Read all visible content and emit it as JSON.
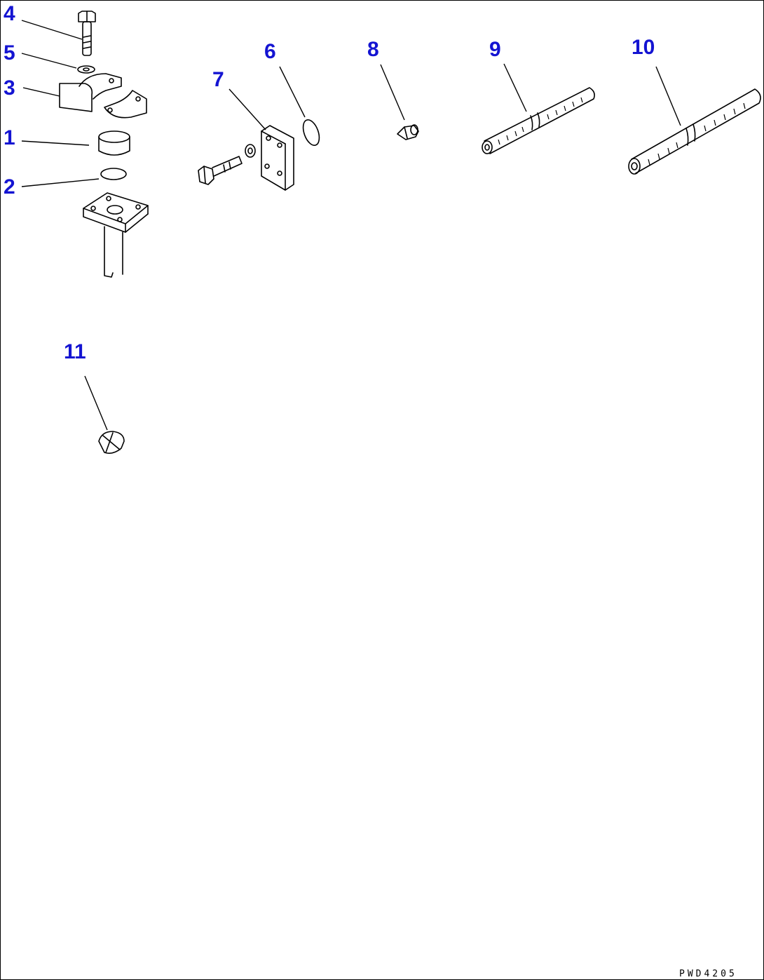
{
  "diagram": {
    "drawing_code": "PWD4205",
    "callouts": [
      "1",
      "2",
      "3",
      "4",
      "5",
      "6",
      "7",
      "8",
      "9",
      "10",
      "11"
    ]
  }
}
